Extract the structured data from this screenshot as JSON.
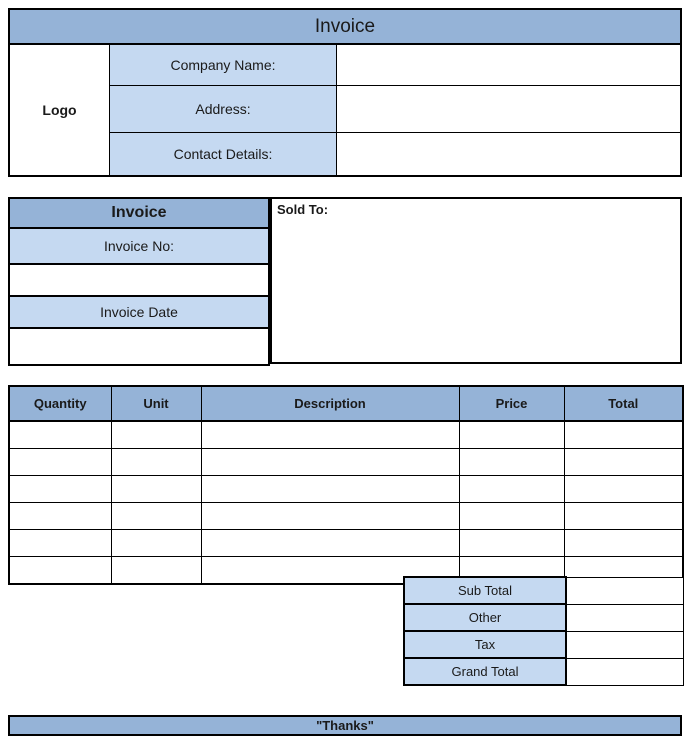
{
  "colors": {
    "header_blue": "#95B3D7",
    "label_blue": "#C5D9F1",
    "border": "#000000",
    "text": "#1a1a1a"
  },
  "header": {
    "title": "Invoice"
  },
  "company": {
    "logo_label": "Logo",
    "fields": [
      {
        "label": "Company Name:",
        "value": ""
      },
      {
        "label": "Address:",
        "value": ""
      },
      {
        "label": "Contact Details:",
        "value": ""
      }
    ]
  },
  "invoice_info": {
    "title": "Invoice",
    "invoice_no_label": "Invoice No:",
    "invoice_no_value": "",
    "invoice_date_label": "Invoice Date",
    "invoice_date_value": "",
    "sold_to_label": "Sold To:",
    "sold_to_value": ""
  },
  "items": {
    "columns": [
      "Quantity",
      "Unit",
      "Description",
      "Price",
      "Total"
    ],
    "empty_row_count": 6
  },
  "summary": {
    "rows": [
      {
        "label": "Sub Total",
        "value": ""
      },
      {
        "label": "Other",
        "value": ""
      },
      {
        "label": "Tax",
        "value": ""
      },
      {
        "label": "Grand Total",
        "value": ""
      }
    ]
  },
  "footer": {
    "message": "\"Thanks\""
  }
}
